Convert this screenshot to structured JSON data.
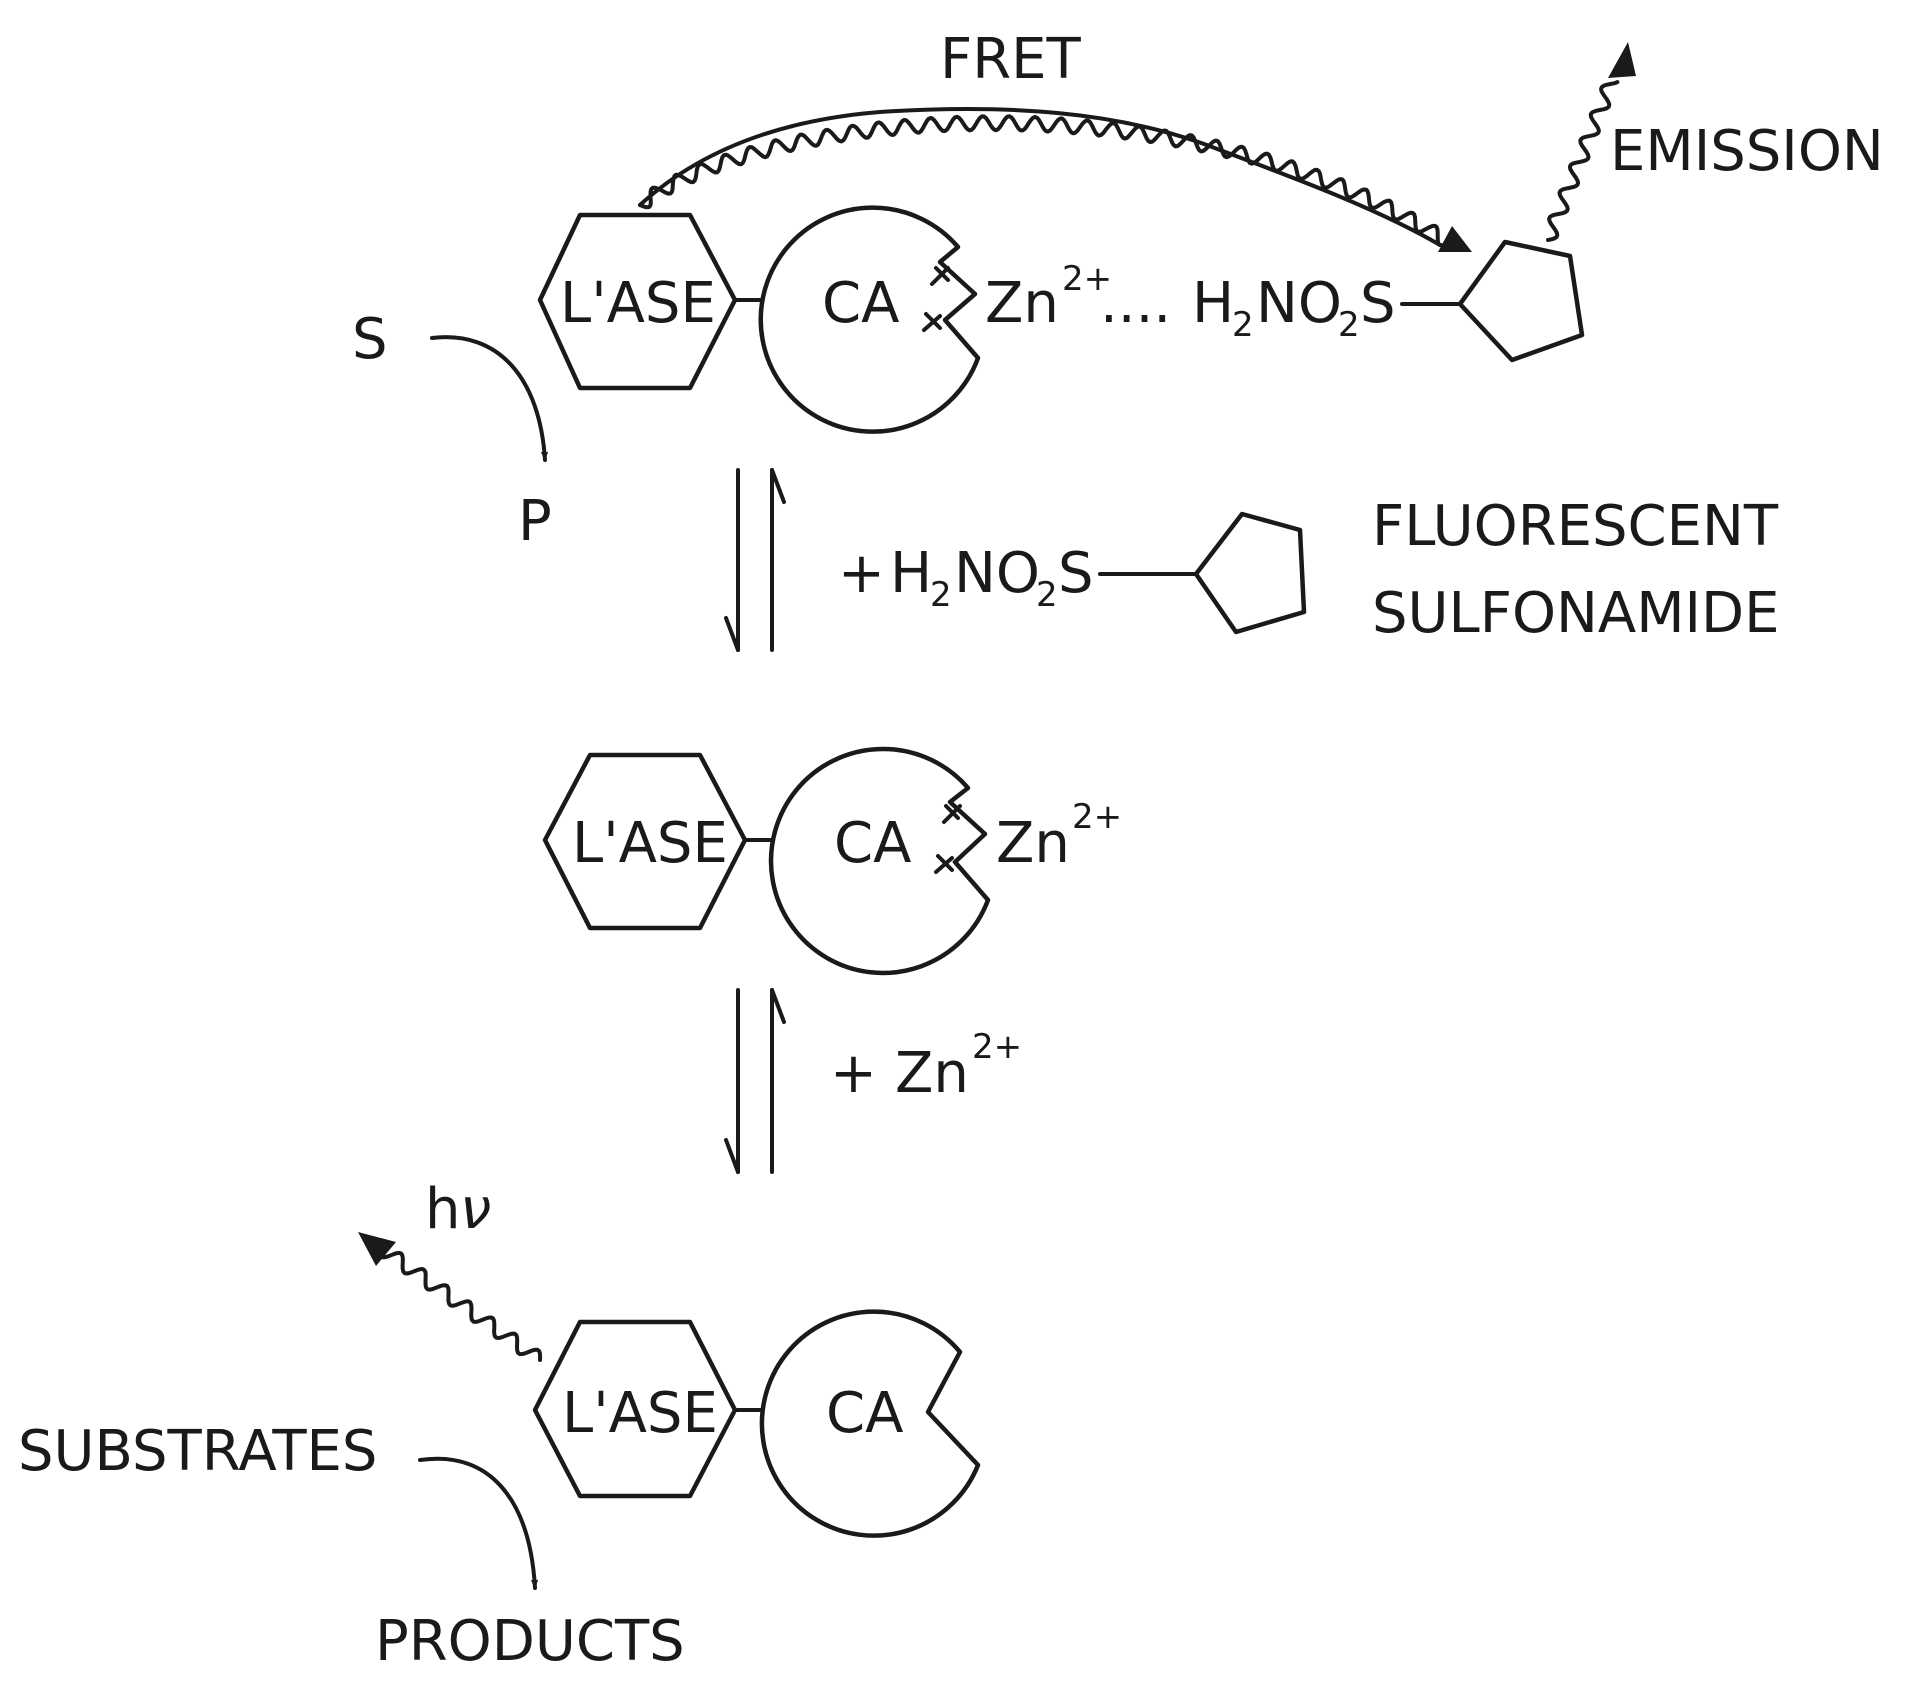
{
  "labels": {
    "fret": "FRET",
    "emission": "EMISSION",
    "lase": "L'ASE",
    "ca": "CA",
    "zn": "Zn",
    "zn_charge": "2+",
    "dots": "....",
    "sulfonamide_h": "H",
    "sulfonamide_h_sub": "2",
    "sulfonamide_no": "NO",
    "sulfonamide_no_sub": "2",
    "sulfonamide_s": "S",
    "substrate_s": "S",
    "product_p": "P",
    "plus": "+",
    "fluorescent": "FLUORESCENT",
    "sulfonamide": "SULFONAMIDE",
    "hv_h": "h",
    "hv_nu": "ν",
    "substrates": "SUBSTRATES",
    "products": "PRODUCTS"
  }
}
